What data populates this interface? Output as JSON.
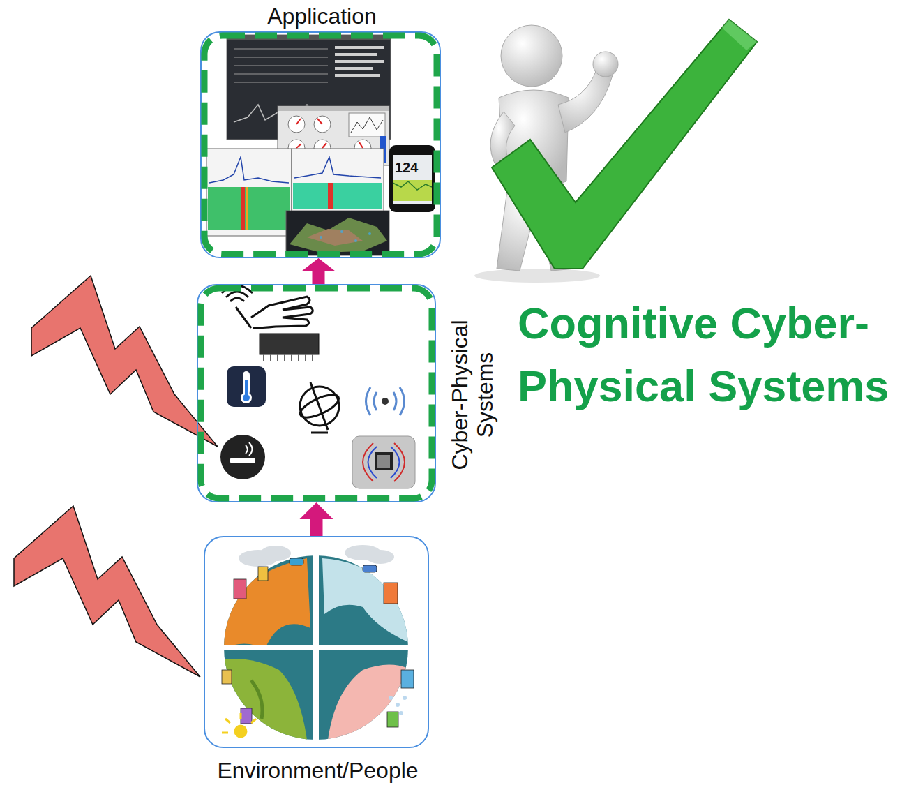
{
  "diagram": {
    "nodes": [
      {
        "text": [
          "Application"
        ]
      },
      {
        "text": [
          "Cyber-Physical Systems"
        ]
      },
      {
        "text": [
          "Environment/People"
        ]
      }
    ],
    "edges": [
      {
        "from": 2,
        "to": 1,
        "arrow": "to"
      },
      {
        "from": 1,
        "to": 0,
        "arrow": "to"
      }
    ],
    "labels": [
      "Cognitive Cyber-Physical Systems",
      "124"
    ]
  }
}
